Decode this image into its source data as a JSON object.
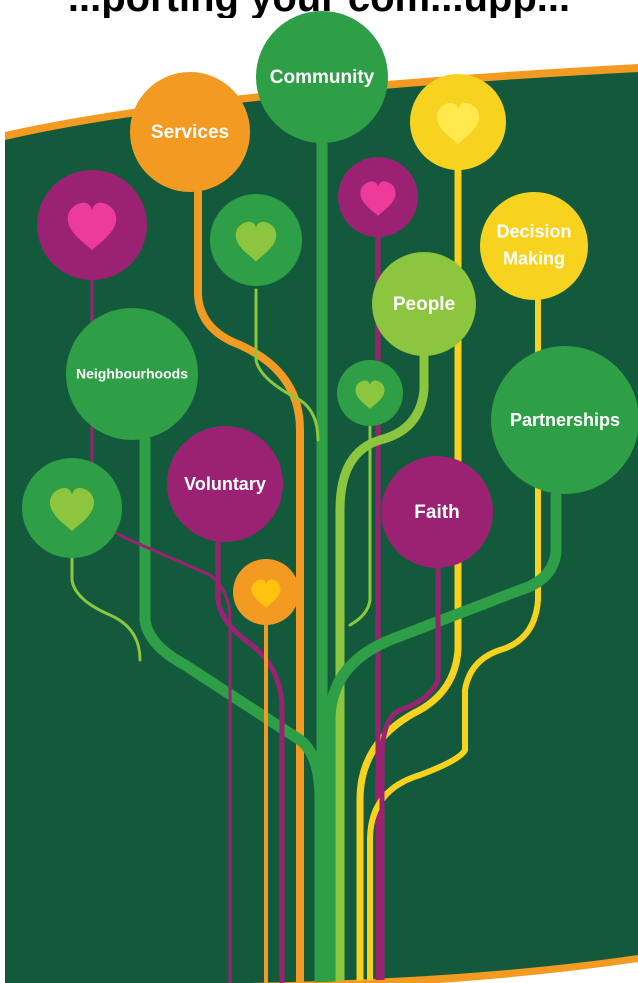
{
  "banner": {
    "text": "...porting your com...upp..."
  },
  "colors": {
    "background_green": "#135a3c",
    "orange": "#f39a22",
    "dark_green": "#2e9e47",
    "light_green": "#8cc63f",
    "purple": "#9b2272",
    "yellow": "#f7d21e",
    "heart_pink": "#ec3b9a",
    "heart_yellow": "#ffe94d",
    "heart_green": "#8cc63f",
    "heart_orange": "#ffc20e"
  },
  "nodes": [
    {
      "id": "community",
      "label": "Community",
      "color": "dark_green"
    },
    {
      "id": "services",
      "label": "Services",
      "color": "orange"
    },
    {
      "id": "heart-yellow-top",
      "label": "",
      "icon": "heart-icon",
      "color": "yellow",
      "heart": "heart_yellow"
    },
    {
      "id": "heart-purple-left",
      "label": "",
      "icon": "heart-icon",
      "color": "purple",
      "heart": "heart_pink"
    },
    {
      "id": "heart-green-left",
      "label": "",
      "icon": "heart-icon",
      "color": "dark_green",
      "heart": "heart_green"
    },
    {
      "id": "heart-purple-mid",
      "label": "",
      "icon": "heart-icon",
      "color": "purple",
      "heart": "heart_pink"
    },
    {
      "id": "decision-making",
      "label": "Decision Making",
      "lines": [
        "Decision",
        "Making"
      ],
      "color": "yellow"
    },
    {
      "id": "people",
      "label": "People",
      "color": "light_green"
    },
    {
      "id": "neighbourhoods",
      "label": "Neighbourhoods",
      "color": "dark_green"
    },
    {
      "id": "heart-green-mid",
      "label": "",
      "icon": "heart-icon",
      "color": "dark_green",
      "heart": "heart_green"
    },
    {
      "id": "partnerships",
      "label": "Partnerships",
      "color": "dark_green"
    },
    {
      "id": "voluntary",
      "label": "Voluntary",
      "color": "purple"
    },
    {
      "id": "heart-green-low",
      "label": "",
      "icon": "heart-icon",
      "color": "dark_green",
      "heart": "heart_green"
    },
    {
      "id": "faith",
      "label": "Faith",
      "color": "purple"
    },
    {
      "id": "heart-orange-low",
      "label": "",
      "icon": "heart-icon",
      "color": "orange",
      "heart": "heart_orange"
    }
  ]
}
